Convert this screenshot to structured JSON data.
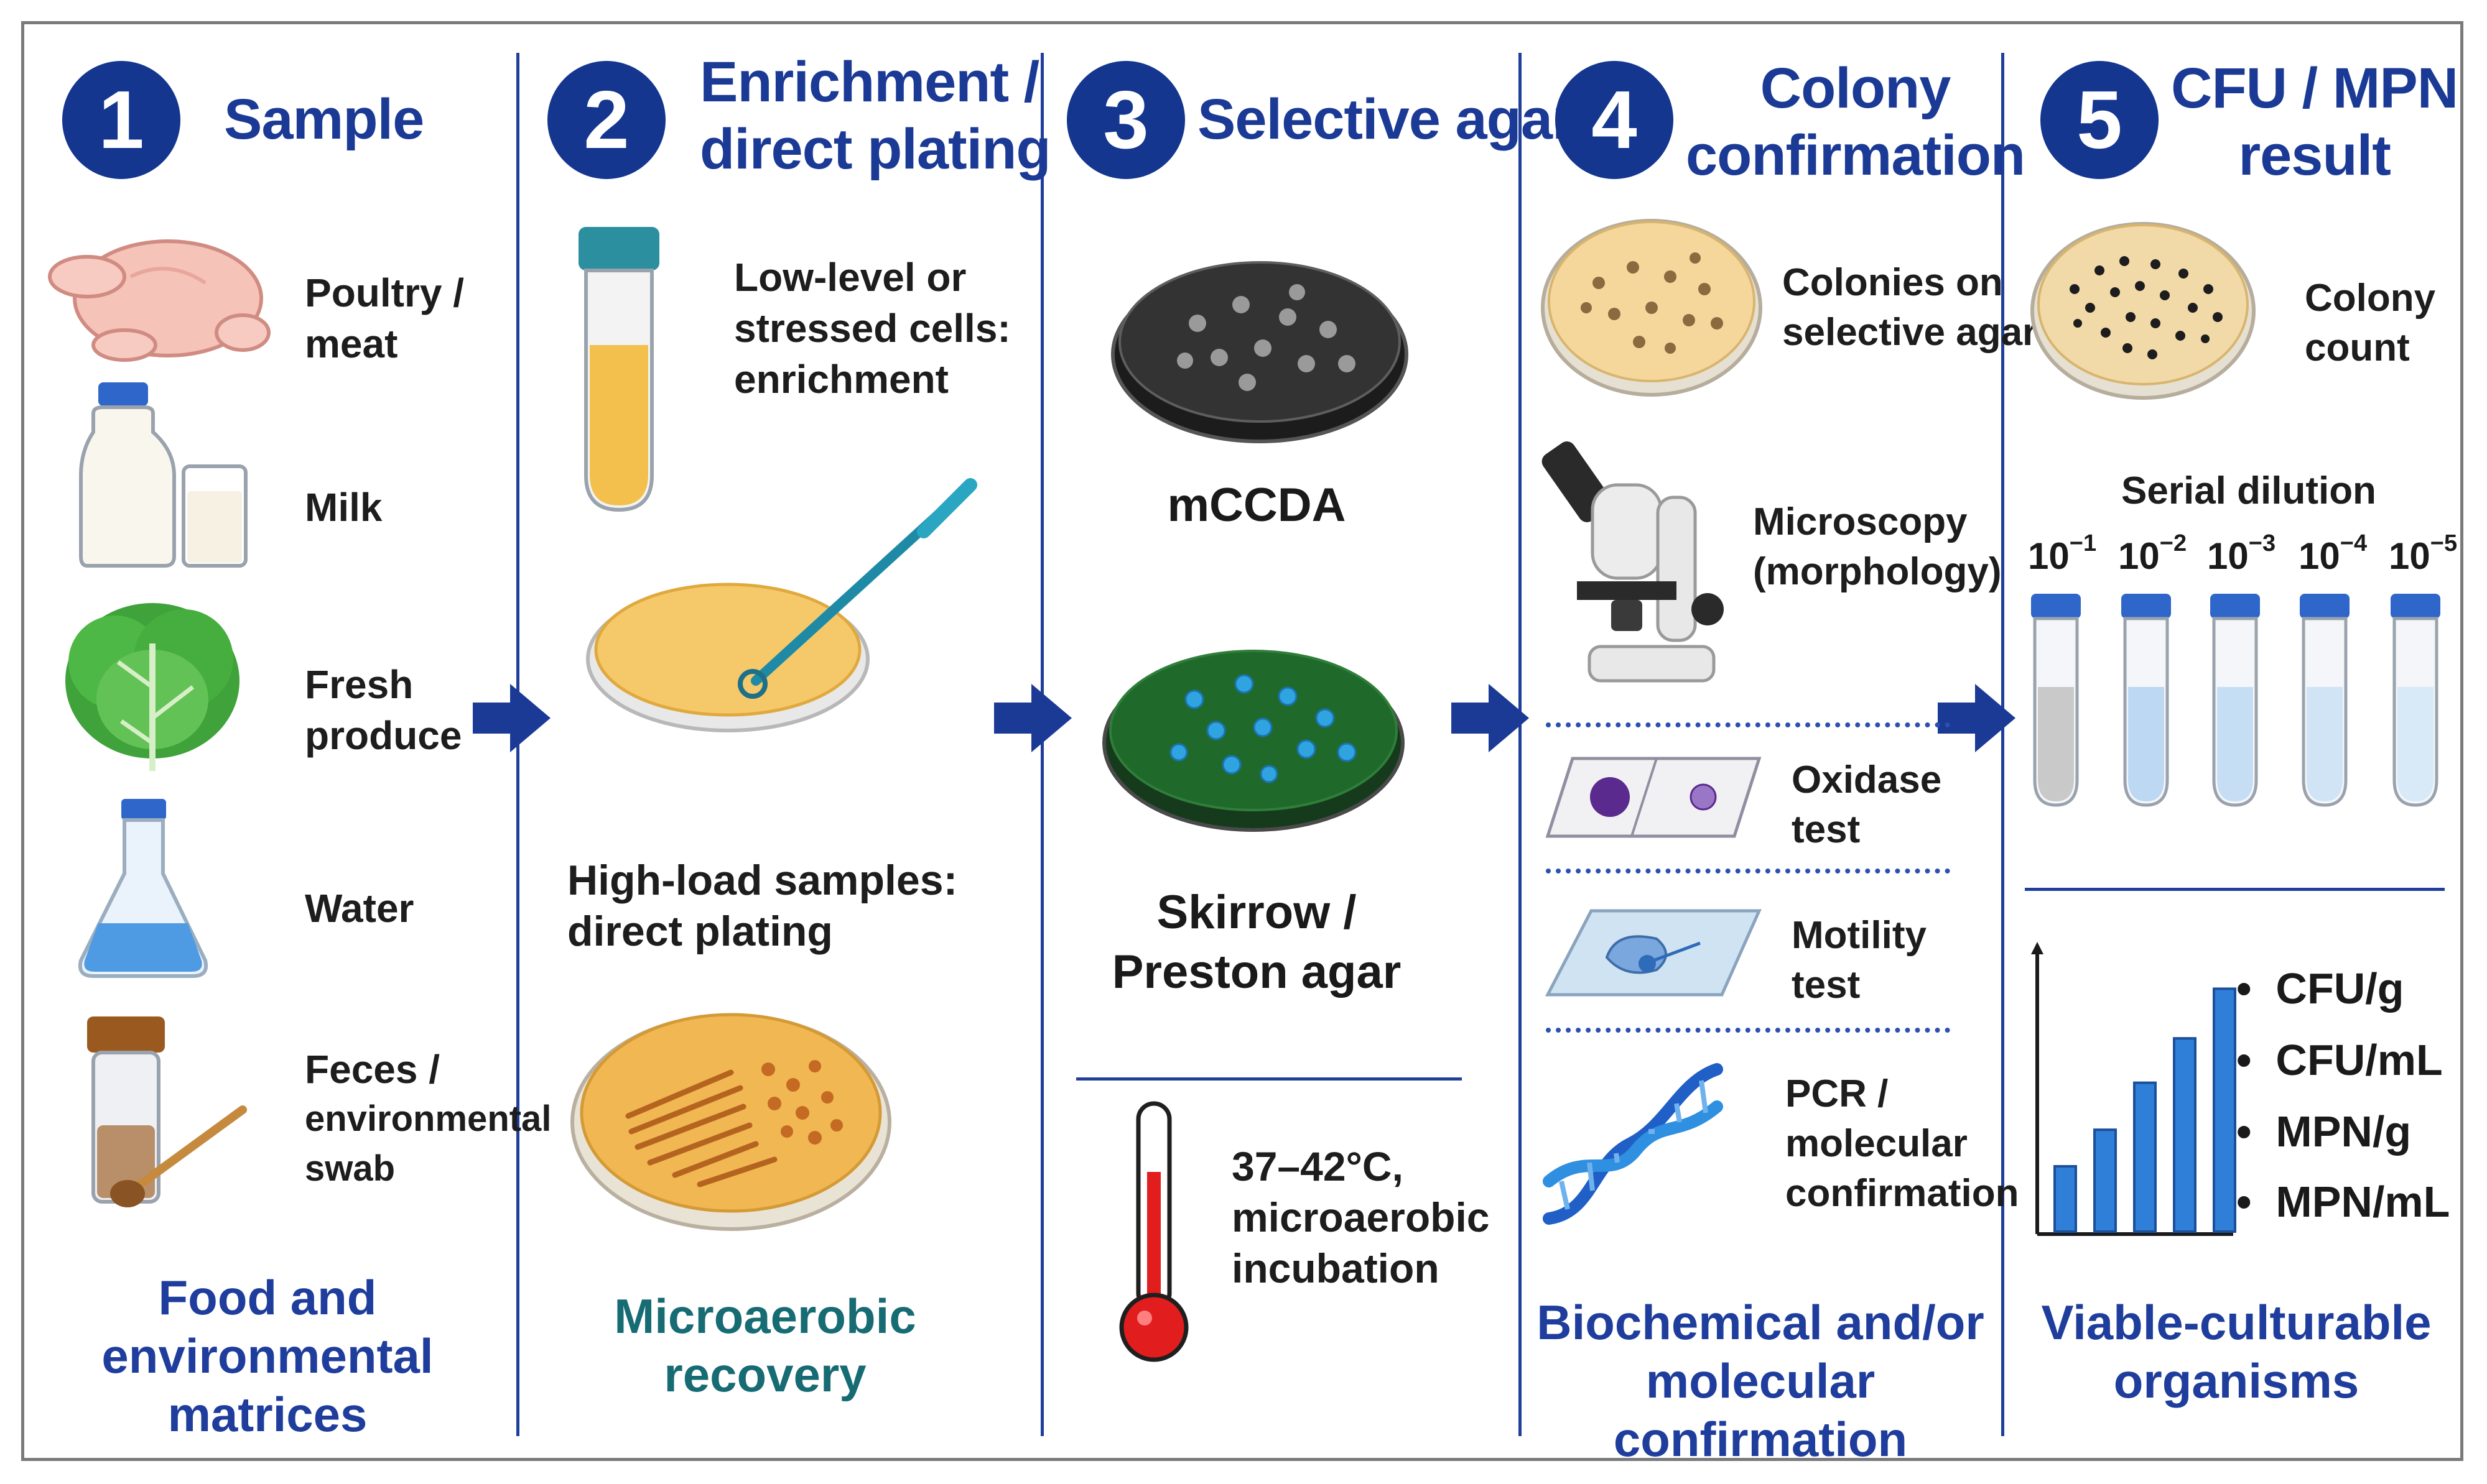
{
  "steps": [
    {
      "number": "1",
      "title_lines": [
        "Sample"
      ]
    },
    {
      "number": "2",
      "title_lines": [
        "Enrichment /",
        "direct plating"
      ]
    },
    {
      "number": "3",
      "title_lines": [
        "Selective agar"
      ]
    },
    {
      "number": "4",
      "title_lines": [
        "Colony",
        "confirmation"
      ]
    },
    {
      "number": "5",
      "title_lines": [
        "CFU / MPN",
        "result"
      ]
    }
  ],
  "col1": {
    "items": [
      {
        "icon": "chicken-icon",
        "lines": [
          "Poultry /",
          "meat"
        ]
      },
      {
        "icon": "milk-icon",
        "lines": [
          "Milk"
        ]
      },
      {
        "icon": "lettuce-icon",
        "lines": [
          "Fresh",
          "produce"
        ]
      },
      {
        "icon": "flask-icon",
        "lines": [
          "Water"
        ]
      },
      {
        "icon": "swab-tube-icon",
        "lines": [
          "Feces /",
          "environmental",
          "swab"
        ]
      }
    ],
    "footer_lines": [
      "Food and",
      "environmental",
      "matrices"
    ]
  },
  "col2": {
    "enrichment_lines": [
      "Low-level or",
      "stressed cells:",
      "enrichment"
    ],
    "direct_lines": [
      "High-load samples:",
      "direct plating"
    ],
    "footer_lines": [
      "Microaerobic",
      "recovery"
    ]
  },
  "col3": {
    "agar1": "mCCDA",
    "agar2_lines": [
      "Skirrow /",
      "Preston agar"
    ],
    "incubation_lines": [
      "37–42°C,",
      "microaerobic",
      "incubation"
    ]
  },
  "col4": {
    "colonies_lines": [
      "Colonies on",
      "selective agar"
    ],
    "microscopy_lines": [
      "Microscopy",
      "(morphology)"
    ],
    "oxidase_lines": [
      "Oxidase",
      "test"
    ],
    "motility_lines": [
      "Motility",
      "test"
    ],
    "pcr_lines": [
      "PCR /",
      "molecular",
      "confirmation"
    ],
    "footer_lines": [
      "Biochemical and/or",
      "molecular confirmation"
    ]
  },
  "col5": {
    "count_lines": [
      "Colony",
      "count"
    ],
    "serial_dilution": "Serial dilution",
    "dilutions": [
      {
        "base": "10",
        "exp": "−1"
      },
      {
        "base": "10",
        "exp": "−2"
      },
      {
        "base": "10",
        "exp": "−3"
      },
      {
        "base": "10",
        "exp": "−4"
      },
      {
        "base": "10",
        "exp": "−5"
      }
    ],
    "bar_chart_relative_heights": [
      0.25,
      0.39,
      0.57,
      0.74,
      0.93
    ],
    "units": [
      "CFU/g",
      "CFU/mL",
      "MPN/g",
      "MPN/mL"
    ],
    "footer_lines": [
      "Viable-culturable",
      "organisms"
    ]
  },
  "colors": {
    "accent_blue": "#1b3a96",
    "divider_blue": "#1f3f9a",
    "teal_footer": "#176b73",
    "mccda_agar": "#2b2b2b",
    "skirrow_agar": "#1f5e2a",
    "nutrient_agar": "#f3c46a"
  }
}
